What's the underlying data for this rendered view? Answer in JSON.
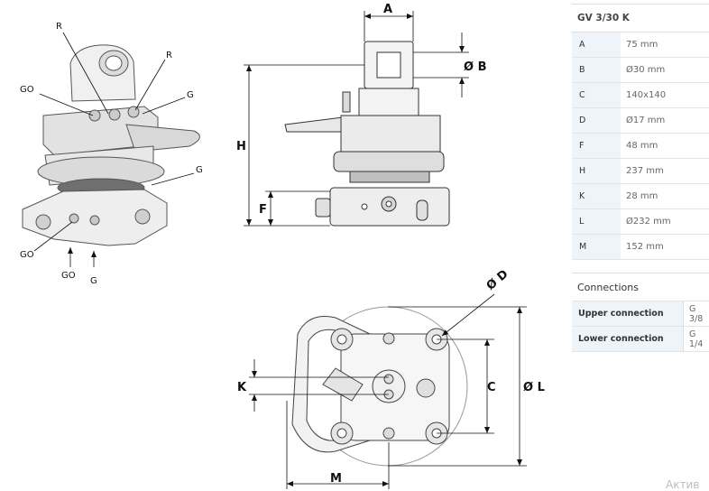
{
  "specs": {
    "title": "GV 3/30 K",
    "rows": [
      {
        "key": "A",
        "value": "75 mm"
      },
      {
        "key": "B",
        "value": "Ø30 mm"
      },
      {
        "key": "C",
        "value": "140x140"
      },
      {
        "key": "D",
        "value": "Ø17 mm"
      },
      {
        "key": "F",
        "value": "48 mm"
      },
      {
        "key": "H",
        "value": "237 mm"
      },
      {
        "key": "K",
        "value": "28 mm"
      },
      {
        "key": "L",
        "value": "Ø232 mm"
      },
      {
        "key": "M",
        "value": "152 mm"
      }
    ]
  },
  "connections": {
    "title": "Connections",
    "rows": [
      {
        "key": "Upper connection",
        "value": "G 3/8"
      },
      {
        "key": "Lower connection",
        "value": "G 1/4"
      }
    ]
  },
  "drawing": {
    "iso_labels": {
      "r1": "R",
      "r2": "R",
      "go1": "GO",
      "g1": "G",
      "g2": "G",
      "go2": "GO",
      "go3": "GO",
      "g3": "G"
    },
    "side_labels": {
      "a": "A",
      "b": "Ø B",
      "h": "H",
      "f": "F"
    },
    "top_labels": {
      "d": "Ø D",
      "k": "K",
      "c": "C",
      "l": "Ø L",
      "m": "M"
    }
  },
  "watermark": "Актив"
}
